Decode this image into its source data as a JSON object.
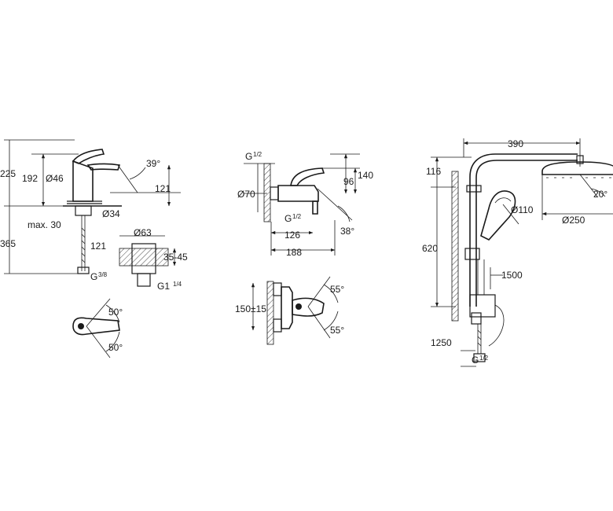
{
  "basin_mixer": {
    "height_total": "225",
    "height_spout": "192",
    "base_diameter": "Ø46",
    "angle_lever": "39°",
    "spout_reach_height": "121",
    "hole_diameter": "Ø34",
    "max_deck": "max. 30",
    "hose_length": "121",
    "length_below": "365",
    "connection": "G",
    "connection_fraction": "3/8",
    "waste_diameter": "Ø63",
    "waste_range": "35-45",
    "waste_thread": "G1",
    "waste_thread_fraction": "1/4",
    "rotation_top": "50°",
    "rotation_bottom": "50°"
  },
  "bath_mixer": {
    "inlet_thread": "G",
    "inlet_fraction": "1/2",
    "height_top": "140",
    "height_mid": "96",
    "rosette_diameter": "Ø70",
    "outlet_thread": "G",
    "outlet_fraction": "1/2",
    "centre_to_spout": "126",
    "total_projection": "188",
    "spout_angle": "38°",
    "centres": "150±15",
    "rotation_top": "55°",
    "rotation_bottom": "55°"
  },
  "shower_system": {
    "arm_length": "390",
    "head_offset": "116",
    "rail_height": "620",
    "hand_shower": "Ø110",
    "head_angle": "20°",
    "head_diameter": "Ø250",
    "hose_length": "1500",
    "lower_hose": "1250",
    "connection": "G",
    "connection_fraction": "1/2"
  }
}
